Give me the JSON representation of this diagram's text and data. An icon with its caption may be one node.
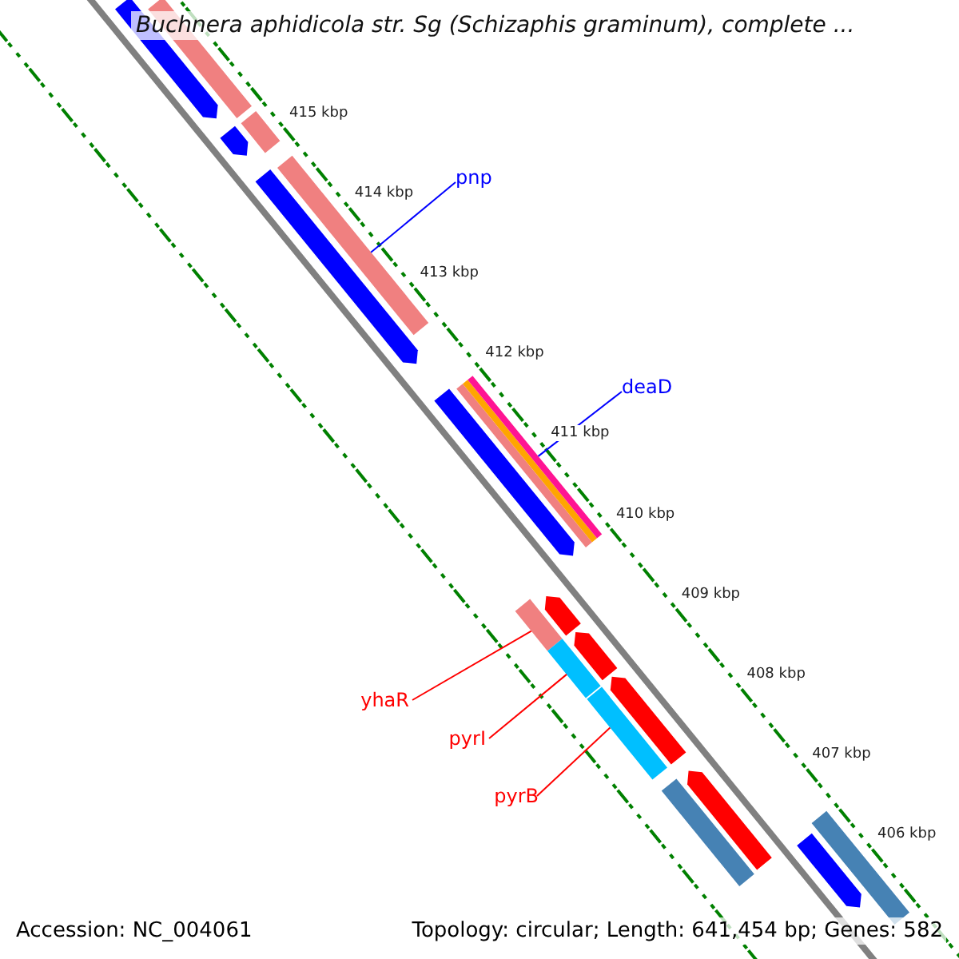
{
  "diagram": {
    "title": "Buchnera aphidicola str. Sg (Schizaphis graminum), complete ...",
    "nodes": [
      {
        "text": [
          "pnp"
        ]
      },
      {
        "text": [],
        "shape": "bar"
      },
      {
        "text": [
          "deaD"
        ]
      },
      {
        "text": [],
        "shape": "bar"
      },
      {
        "text": [
          "yhaR"
        ]
      },
      {
        "text": [],
        "shape": "bar"
      },
      {
        "text": [
          "pyrI"
        ]
      },
      {
        "text": [],
        "shape": "bar"
      },
      {
        "text": [
          "pyrB"
        ]
      },
      {
        "text": [],
        "shape": "bar"
      },
      {
        "text": [],
        "shape": "bar"
      },
      {
        "text": [],
        "shape": "bar"
      },
      {
        "text": [],
        "shape": "bar"
      },
      {
        "text": [],
        "shape": "bar"
      },
      {
        "text": [],
        "shape": "bar"
      },
      {
        "text": [],
        "shape": "bar"
      },
      {
        "text": [],
        "shape": "bar"
      },
      {
        "text": [],
        "shape": "bar"
      },
      {
        "text": [],
        "shape": "bar"
      },
      {
        "text": [],
        "shape": "bar"
      },
      {
        "text": [],
        "shape": "bar"
      },
      {
        "text": [],
        "shape": "bar"
      },
      {
        "text": [],
        "shape": "bar"
      }
    ],
    "edges": [
      {
        "from": 0,
        "to": 1,
        "arrow": "none",
        "color": "#0000ff"
      },
      {
        "from": 2,
        "to": 3,
        "arrow": "none",
        "color": "#0000ff"
      },
      {
        "from": 4,
        "to": 5,
        "arrow": "none"
      },
      {
        "from": 6,
        "to": 7,
        "arrow": "none"
      },
      {
        "from": 8,
        "to": 9,
        "arrow": "none"
      }
    ],
    "labels": [
      "415 kbp",
      "414 kbp",
      "413 kbp",
      "412 kbp",
      "411 kbp",
      "410 kbp",
      "409 kbp",
      "408 kbp",
      "407 kbp",
      "406 kbp",
      "Accession: NC_004061",
      "Topology: circular; Length: 641,454 bp; Genes: 582"
    ]
  }
}
